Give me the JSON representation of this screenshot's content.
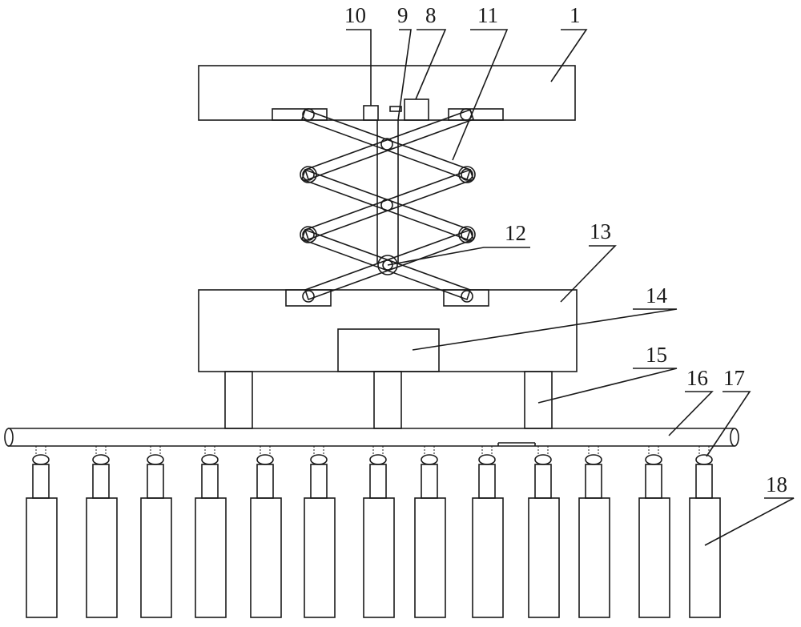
{
  "labels": {
    "l1": "1",
    "l8": "8",
    "l9": "9",
    "l10": "10",
    "l11": "11",
    "l12": "12",
    "l13": "13",
    "l14": "14",
    "l15": "15",
    "l16": "16",
    "l17": "17",
    "l18": "18"
  },
  "ink_color": "#1a1a1a",
  "background_color": "#ffffff"
}
